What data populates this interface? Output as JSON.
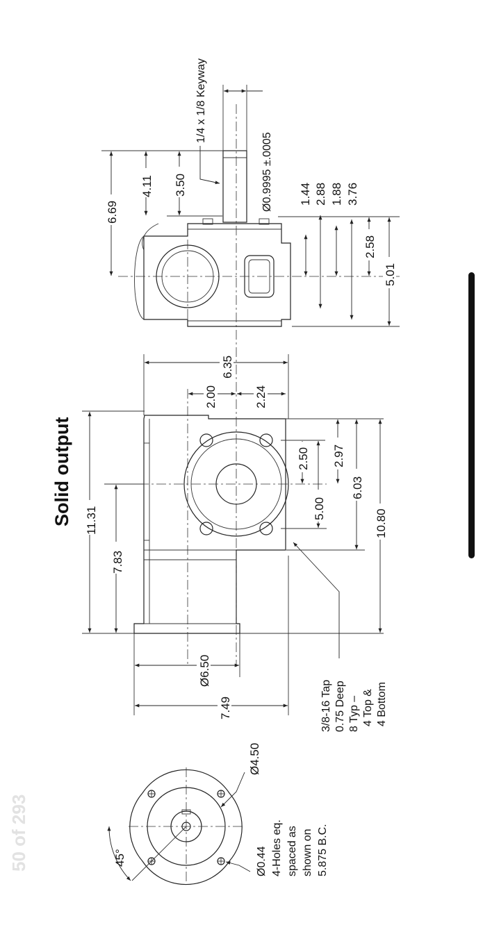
{
  "page_counter": "50 of 293",
  "title": "Solid output",
  "end_view": {
    "angle": "45°",
    "diameter": "Ø4.50",
    "holes_note": [
      "Ø0.44",
      "4-Holes eq.",
      "spaced as",
      "shown on",
      "5.875 B.C."
    ]
  },
  "front_view": {
    "dims": {
      "overall_length": "11.31",
      "length_to_center": "7.83",
      "pilot_diameter": "Ø6.50",
      "flange_width": "7.49",
      "housing_width": "6.35",
      "offset_left": "2.00",
      "offset_right": "2.24",
      "bolt_half": "2.50",
      "top_offset": "2.97",
      "bolt_spacing": "5.00",
      "housing_height": "6.03",
      "overall_height": "10.80"
    },
    "tap_note": [
      "3/8-16 Tap",
      "0.75 Deep",
      "8 Typ –",
      "4 Top &",
      "4 Bottom"
    ]
  },
  "side_view": {
    "dims": {
      "keyway": "1/4 x 1/8 Keyway",
      "shaft_diameter": "Ø0.9995 ±.0005",
      "shaft_length": "3.50",
      "shaft_to_center": "4.11",
      "overall_to_center": "6.69",
      "d1": "1.44",
      "d2": "2.88",
      "d3": "1.88",
      "d4": "3.76",
      "center_height": "2.58",
      "base_height": "5.01"
    }
  },
  "colors": {
    "ink": "#222222",
    "page": "#ffffff",
    "counter": "#e2e2e2",
    "scrollbar": "#111111"
  }
}
